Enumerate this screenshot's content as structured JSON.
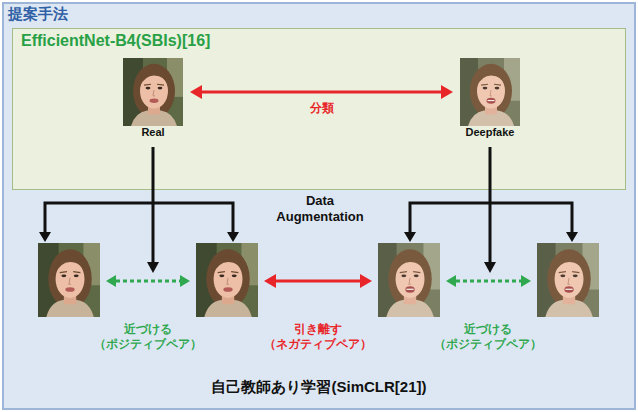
{
  "diagram": {
    "nodes": [
      {
        "text": [
          "提案手法",
          "自己教師あり学習(SimCLR[21])"
        ]
      },
      {
        "text": [
          "EfficientNet-B4(SBIs)[16]"
        ],
        "in": 0
      },
      {
        "text": [
          "Real"
        ],
        "in": 1
      },
      {
        "text": [
          "Deepfake"
        ],
        "in": 1
      }
    ],
    "edges": [
      {
        "from": 2,
        "to": 3,
        "label": "分類",
        "arrow": "both"
      }
    ],
    "labels": [
      "Data Augmentation",
      "近づける （ポジティブペア）",
      "引き離す （ネガティブペア）",
      "近づける （ポジティブペア）"
    ]
  }
}
